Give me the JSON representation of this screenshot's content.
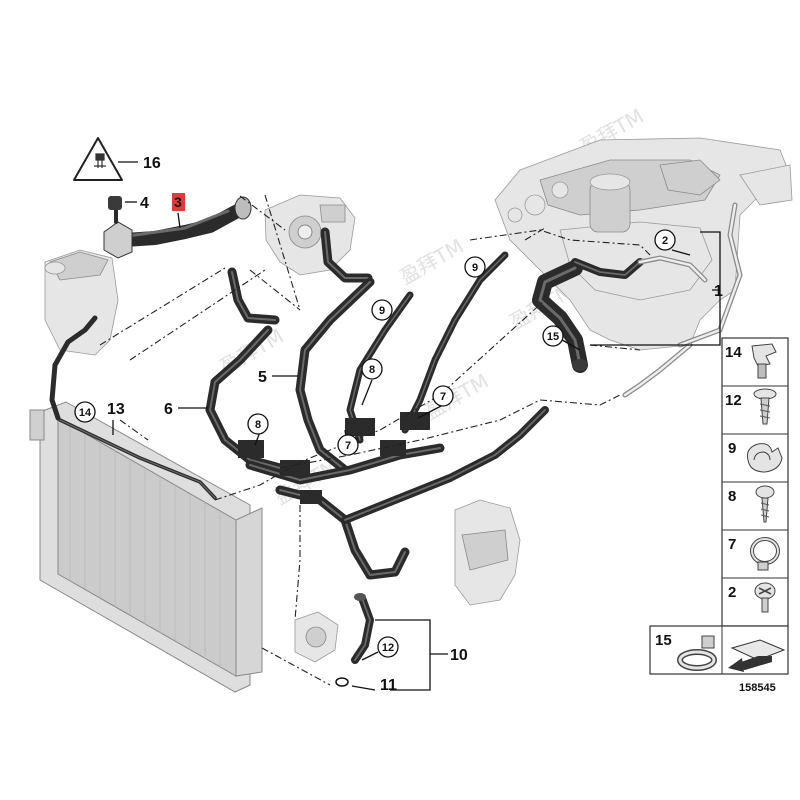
{
  "diagram_id": "158545",
  "highlighted_part": "3",
  "watermark": "盈拜TM",
  "callouts": {
    "c1": "1",
    "c2": "2",
    "c3": "3",
    "c4": "4",
    "c5": "5",
    "c6": "6",
    "c7a": "7",
    "c7b": "7",
    "c8a": "8",
    "c8b": "8",
    "c9a": "9",
    "c9b": "9",
    "c10": "10",
    "c11": "11",
    "c12": "12",
    "c13": "13",
    "c14": "14",
    "c15": "15",
    "c16": "16"
  },
  "legend": {
    "items": [
      {
        "num": "14",
        "part": "clip"
      },
      {
        "num": "12",
        "part": "screw"
      },
      {
        "num": "9",
        "part": "hose-clip"
      },
      {
        "num": "8",
        "part": "screw"
      },
      {
        "num": "7",
        "part": "hose-clamp"
      },
      {
        "num": "2",
        "part": "clamp-screw"
      }
    ],
    "bottom_num": "15"
  },
  "colors": {
    "highlight": "#e53935",
    "hose": "#2b2b2b",
    "line": "#111111"
  }
}
